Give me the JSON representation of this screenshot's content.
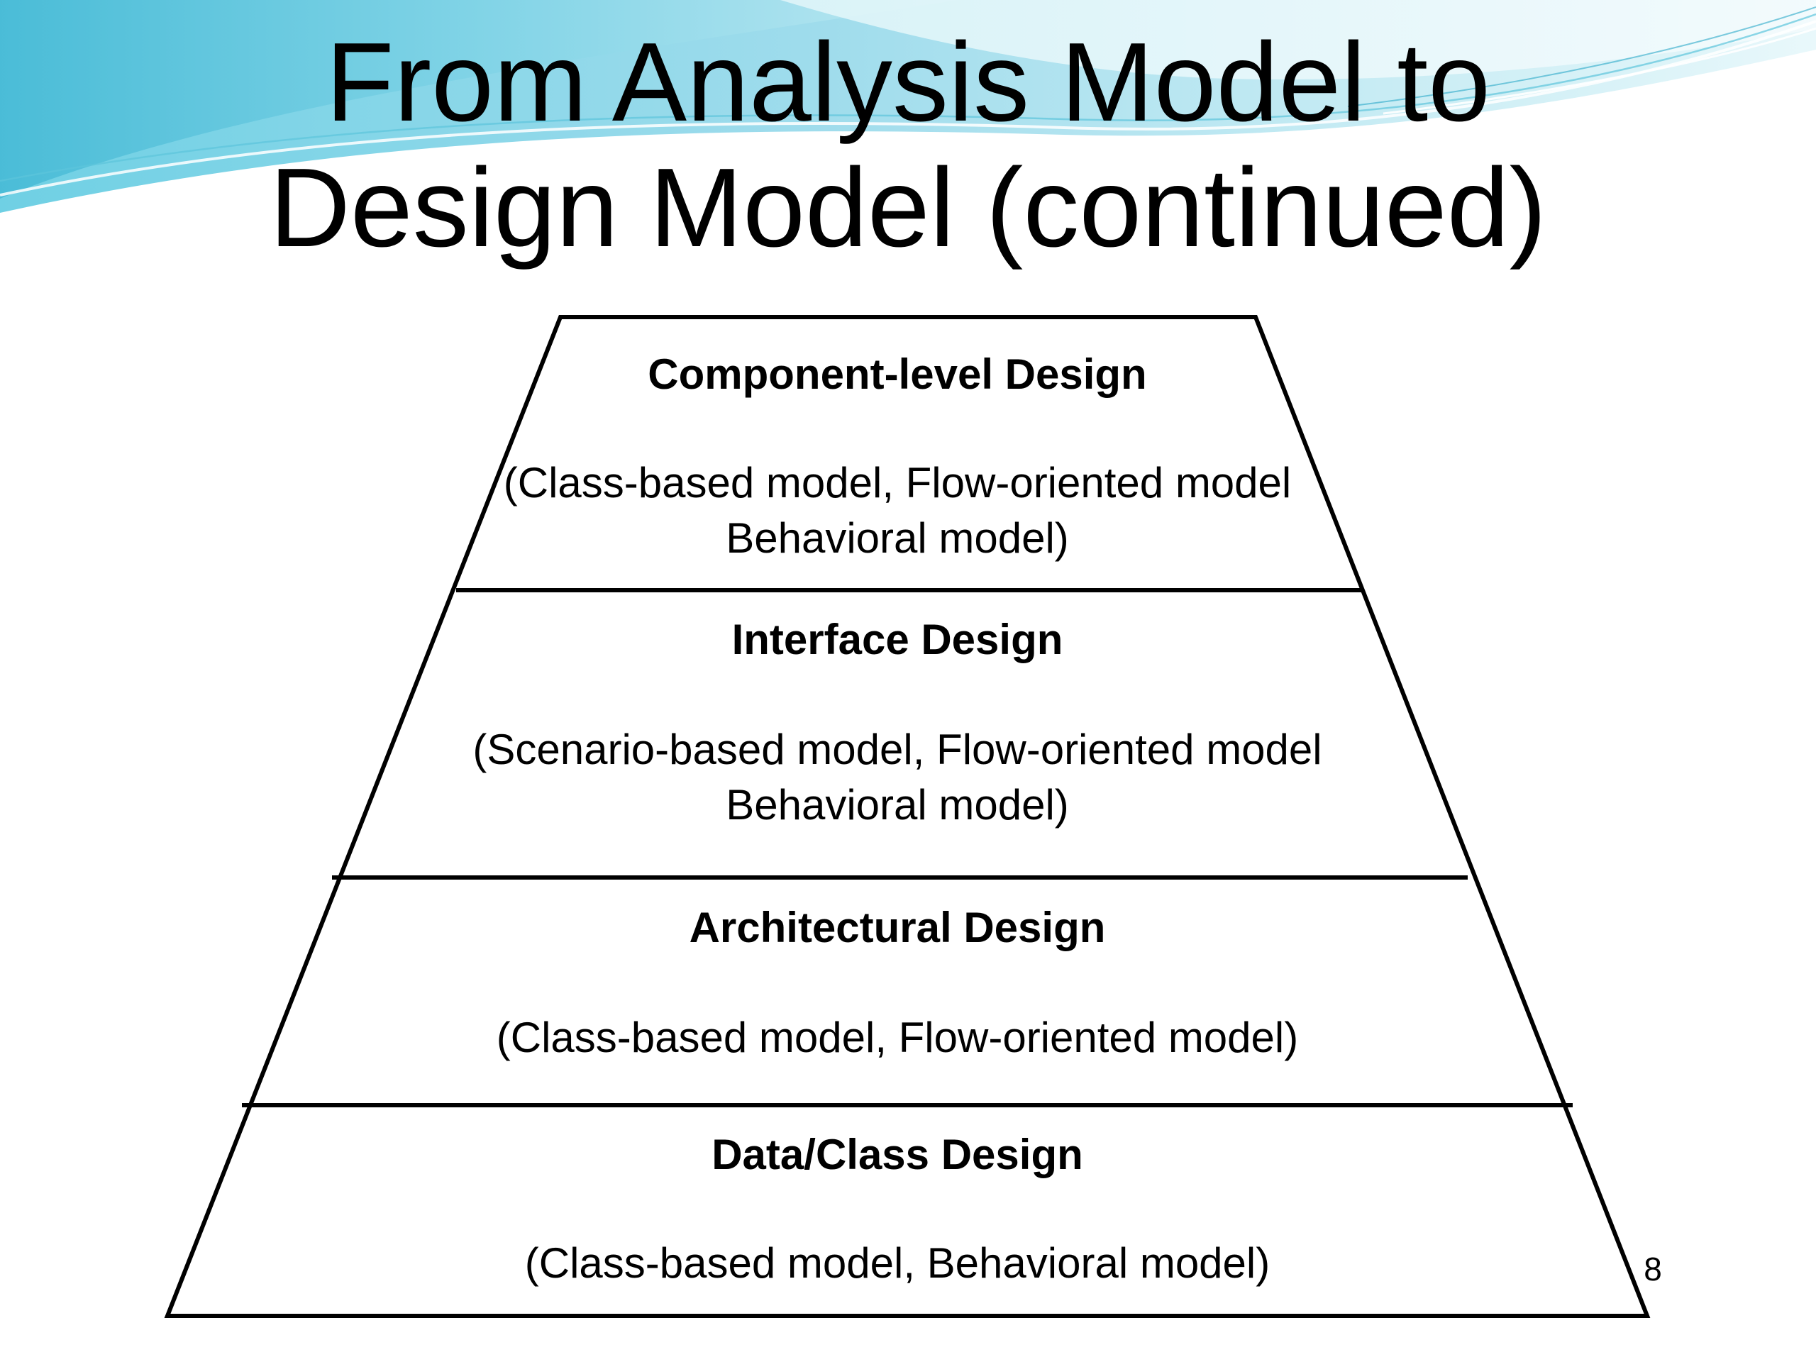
{
  "slide": {
    "title_line_1": "From Analysis Model to",
    "title_line_2": "Design Model (continued)",
    "page_number": "8"
  },
  "pyramid": {
    "layers": [
      {
        "heading": "Component-level Design",
        "description": "(Class-based model, Flow-oriented model\nBehavioral model)"
      },
      {
        "heading": "Interface Design",
        "description": "(Scenario-based model, Flow-oriented model\nBehavioral model)"
      },
      {
        "heading": "Architectural Design",
        "description": "(Class-based model, Flow-oriented model)"
      },
      {
        "heading": "Data/Class Design",
        "description": "(Class-based model, Behavioral model)"
      }
    ]
  },
  "colors": {
    "background": "#ffffff",
    "wave_light": "#d8f2f7",
    "wave_mid": "#7fd3e6",
    "wave_dark": "#3fb6d2",
    "outline": "#000000"
  }
}
